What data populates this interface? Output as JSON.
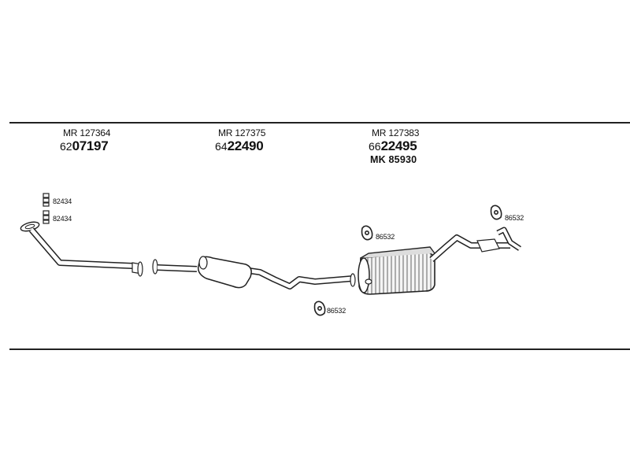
{
  "groups": [
    {
      "mr": "MR 127364",
      "prefix": "62",
      "number": "07197"
    },
    {
      "mr": "MR 127375",
      "prefix": "64",
      "number": "22490"
    },
    {
      "mr": "MR 127383",
      "prefix": "66",
      "number": "22495",
      "extra": "MK  85930"
    }
  ],
  "parts": {
    "clamp_top": "82434",
    "clamp_bottom": "82434",
    "hanger_mid": "86532",
    "hanger_rear_left": "86532",
    "hanger_rear_right": "86532"
  }
}
